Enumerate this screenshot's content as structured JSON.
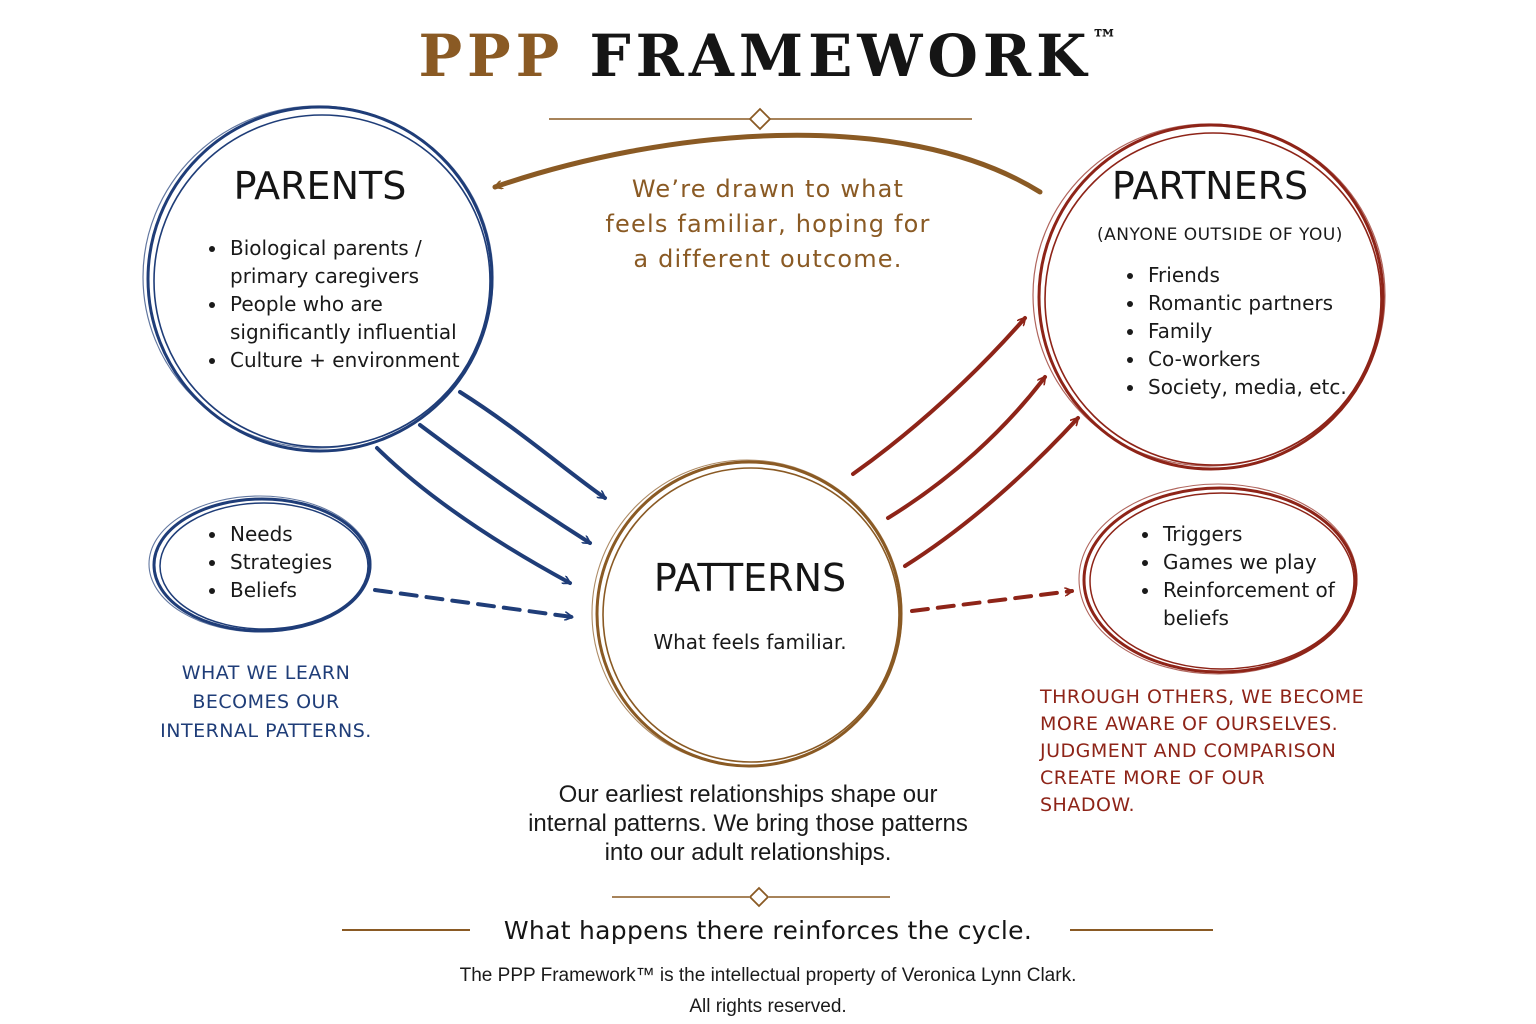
{
  "title": {
    "ppp": "PPP",
    "rest": "FRAMEWORK",
    "tm": "™"
  },
  "parents": {
    "title": "PARENTS",
    "items": [
      "Biological parents / primary caregivers",
      "People who are significantly influential",
      "Culture + environment"
    ]
  },
  "partners": {
    "title": "PARTNERS",
    "subtitle": "(ANYONE OUTSIDE OF YOU)",
    "items": [
      "Friends",
      "Romantic partners",
      "Family",
      "Co-workers",
      "Society, media, etc."
    ]
  },
  "patterns": {
    "title": "PATTERNS",
    "subtitle": "What feels familiar."
  },
  "learn_circle": {
    "items": [
      "Needs",
      "Strategies",
      "Beliefs"
    ]
  },
  "trigger_circle": {
    "items": [
      "Triggers",
      "Games we play",
      "Reinforcement of beliefs"
    ]
  },
  "quote": {
    "line1": "We’re drawn to what",
    "line2": "feels familiar, hoping for",
    "line3": "a different outcome."
  },
  "blue_note": {
    "line1": "WHAT WE LEARN",
    "line2": "BECOMES OUR",
    "line3": "INTERNAL PATTERNS."
  },
  "red_note": {
    "line1": "THROUGH OTHERS, WE BECOME",
    "line2": "MORE AWARE OF OURSELVES.",
    "line3": "JUDGMENT AND COMPARISON",
    "line4": "CREATE MORE OF OUR",
    "line5": "SHADOW."
  },
  "summary": {
    "line1": "Our earliest relationships shape our",
    "line2": "internal patterns. We bring those patterns",
    "line3": "into our adult relationships."
  },
  "cycle": "What happens there reinforces the cycle.",
  "copyright": {
    "line1": "The PPP Framework™ is the intellectual property of Veronica Lynn Clark.",
    "line2": "All rights reserved."
  },
  "colors": {
    "blue": "#1f3d78",
    "brown": "#8a5a24",
    "red": "#8e2418"
  }
}
